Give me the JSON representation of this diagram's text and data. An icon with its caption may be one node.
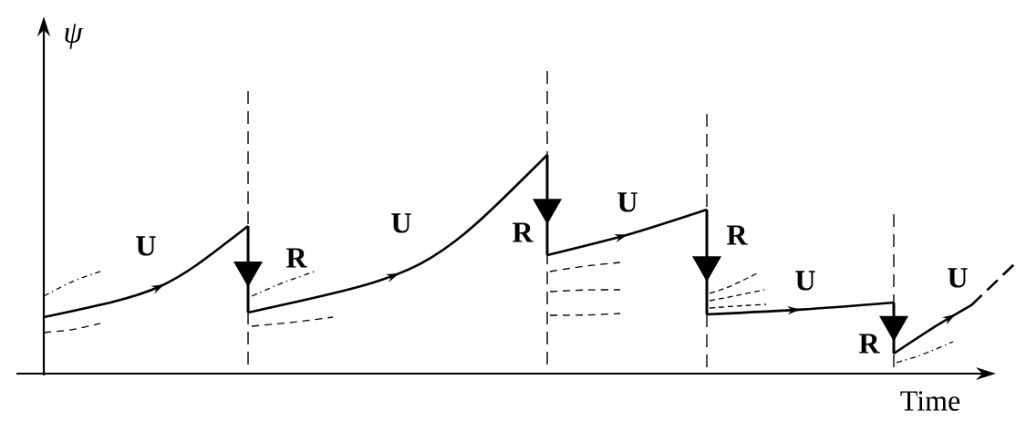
{
  "diagram": {
    "labels": [
      "ψ",
      "U",
      "R",
      "U",
      "R",
      "U",
      "R",
      "U",
      "R",
      "U",
      "Time"
    ]
  }
}
